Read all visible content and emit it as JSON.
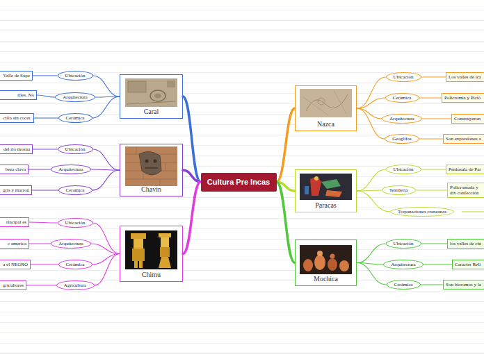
{
  "diagram": {
    "title": "Cultura Pre Incas",
    "nodes": [
      {
        "text": [
          "Cultura Pre Incas"
        ]
      },
      {
        "text": [
          "Caral"
        ]
      },
      {
        "text": [
          "Ubicación"
        ]
      },
      {
        "text": [
          "Valle de Supe"
        ]
      },
      {
        "text": [
          "Arquitectura"
        ]
      },
      {
        "text": [
          "tiles. No"
        ]
      },
      {
        "text": [
          "Cerámica"
        ]
      },
      {
        "text": [
          "cilla sin cocer."
        ]
      },
      {
        "text": [
          "Chavin"
        ]
      },
      {
        "text": [
          "Ubicación"
        ]
      },
      {
        "text": [
          "del rio mosna"
        ]
      },
      {
        "text": [
          "Arquitectura"
        ]
      },
      {
        "text": [
          "beza clava"
        ]
      },
      {
        "text": [
          "Ceramica"
        ]
      },
      {
        "text": [
          "gris y marron"
        ]
      },
      {
        "text": [
          "Chimu"
        ]
      },
      {
        "text": [
          "Ubicación"
        ]
      },
      {
        "text": [
          "rincipal es"
        ]
      },
      {
        "text": [
          "Arquitectura"
        ]
      },
      {
        "text": [
          "c america"
        ]
      },
      {
        "text": [
          "Cerámica"
        ]
      },
      {
        "text": [
          "a el NEGRO"
        ]
      },
      {
        "text": [
          "Agricultura"
        ]
      },
      {
        "text": [
          "gricultores"
        ]
      },
      {
        "text": [
          "Nazca"
        ]
      },
      {
        "text": [
          "Ubicación"
        ]
      },
      {
        "text": [
          "Los valles de ica"
        ]
      },
      {
        "text": [
          "Cerámica"
        ]
      },
      {
        "text": [
          "Policromia y Pictó"
        ]
      },
      {
        "text": [
          "Arquitectura"
        ]
      },
      {
        "text": [
          "Construyeron"
        ]
      },
      {
        "text": [
          "Geoglifos"
        ]
      },
      {
        "text": [
          "Son expresiones a"
        ]
      },
      {
        "text": [
          "Paracas"
        ]
      },
      {
        "text": [
          "Ubicación"
        ]
      },
      {
        "text": [
          "Peninsula de Par"
        ]
      },
      {
        "text": [
          "Textileria"
        ]
      },
      {
        "text": [
          "Policromada y div confección"
        ]
      },
      {
        "text": [
          "Trepanaciones craneanas"
        ]
      },
      {
        "text": [
          "Mochica"
        ]
      },
      {
        "text": [
          "Ubicación"
        ]
      },
      {
        "text": [
          "los valles de chi"
        ]
      },
      {
        "text": [
          "Arquitectura"
        ]
      },
      {
        "text": [
          "Caracter Reli"
        ]
      },
      {
        "text": [
          "Cerámica"
        ]
      },
      {
        "text": [
          "Son bicromos y la"
        ]
      }
    ],
    "edges": [
      {
        "from": 0,
        "to": 1,
        "arrow": "none"
      },
      {
        "from": 1,
        "to": 2,
        "arrow": "none"
      },
      {
        "from": 2,
        "to": 3,
        "arrow": "none"
      },
      {
        "from": 1,
        "to": 4,
        "arrow": "none"
      },
      {
        "from": 4,
        "to": 5,
        "arrow": "none"
      },
      {
        "from": 1,
        "to": 6,
        "arrow": "none"
      },
      {
        "from": 6,
        "to": 7,
        "arrow": "none"
      },
      {
        "from": 0,
        "to": 8,
        "arrow": "none"
      },
      {
        "from": 8,
        "to": 9,
        "arrow": "none"
      },
      {
        "from": 9,
        "to": 10,
        "arrow": "none"
      },
      {
        "from": 8,
        "to": 11,
        "arrow": "none"
      },
      {
        "from": 11,
        "to": 12,
        "arrow": "none"
      },
      {
        "from": 8,
        "to": 13,
        "arrow": "none"
      },
      {
        "from": 13,
        "to": 14,
        "arrow": "none"
      },
      {
        "from": 0,
        "to": 15,
        "arrow": "none"
      },
      {
        "from": 15,
        "to": 16,
        "arrow": "none"
      },
      {
        "from": 16,
        "to": 17,
        "arrow": "none"
      },
      {
        "from": 15,
        "to": 18,
        "arrow": "none"
      },
      {
        "from": 18,
        "to": 19,
        "arrow": "none"
      },
      {
        "from": 15,
        "to": 20,
        "arrow": "none"
      },
      {
        "from": 20,
        "to": 21,
        "arrow": "none"
      },
      {
        "from": 15,
        "to": 22,
        "arrow": "none"
      },
      {
        "from": 22,
        "to": 23,
        "arrow": "none"
      },
      {
        "from": 0,
        "to": 24,
        "arrow": "none"
      },
      {
        "from": 24,
        "to": 25,
        "arrow": "none"
      },
      {
        "from": 25,
        "to": 26,
        "arrow": "none"
      },
      {
        "from": 24,
        "to": 27,
        "arrow": "none"
      },
      {
        "from": 27,
        "to": 28,
        "arrow": "none"
      },
      {
        "from": 24,
        "to": 29,
        "arrow": "none"
      },
      {
        "from": 29,
        "to": 30,
        "arrow": "none"
      },
      {
        "from": 24,
        "to": 31,
        "arrow": "none"
      },
      {
        "from": 31,
        "to": 32,
        "arrow": "none"
      },
      {
        "from": 0,
        "to": 33,
        "arrow": "none"
      },
      {
        "from": 33,
        "to": 34,
        "arrow": "none"
      },
      {
        "from": 34,
        "to": 35,
        "arrow": "none"
      },
      {
        "from": 33,
        "to": 36,
        "arrow": "none"
      },
      {
        "from": 36,
        "to": 37,
        "arrow": "none"
      },
      {
        "from": 33,
        "to": 38,
        "arrow": "none"
      },
      {
        "from": 0,
        "to": 39,
        "arrow": "none"
      },
      {
        "from": 39,
        "to": 40,
        "arrow": "none"
      },
      {
        "from": 40,
        "to": 41,
        "arrow": "none"
      },
      {
        "from": 39,
        "to": 42,
        "arrow": "none"
      },
      {
        "from": 42,
        "to": 43,
        "arrow": "none"
      },
      {
        "from": 39,
        "to": 44,
        "arrow": "none"
      },
      {
        "from": 44,
        "to": 45,
        "arrow": "none"
      }
    ]
  }
}
